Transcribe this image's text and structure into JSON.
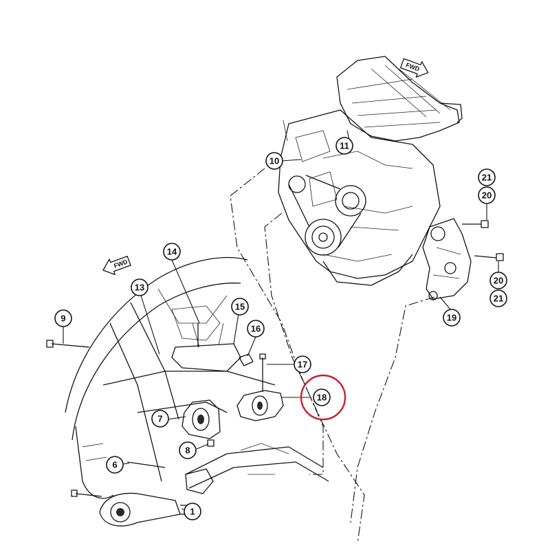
{
  "diagram": {
    "fwd_label": "FWD",
    "highlight_color": "#d11a2a",
    "highlighted_callout": "18",
    "callouts": [
      {
        "id": "c1",
        "label": "1"
      },
      {
        "id": "c6",
        "label": "6"
      },
      {
        "id": "c7",
        "label": "7"
      },
      {
        "id": "c8",
        "label": "8"
      },
      {
        "id": "c9",
        "label": "9"
      },
      {
        "id": "c10",
        "label": "10"
      },
      {
        "id": "c11",
        "label": "11"
      },
      {
        "id": "c13",
        "label": "13"
      },
      {
        "id": "c14",
        "label": "14"
      },
      {
        "id": "c15",
        "label": "15"
      },
      {
        "id": "c16",
        "label": "16"
      },
      {
        "id": "c17",
        "label": "17"
      },
      {
        "id": "c18",
        "label": "18"
      },
      {
        "id": "c19",
        "label": "19"
      },
      {
        "id": "c20a",
        "label": "20"
      },
      {
        "id": "c21a",
        "label": "21"
      },
      {
        "id": "c20b",
        "label": "20"
      },
      {
        "id": "c21b",
        "label": "21"
      }
    ]
  }
}
